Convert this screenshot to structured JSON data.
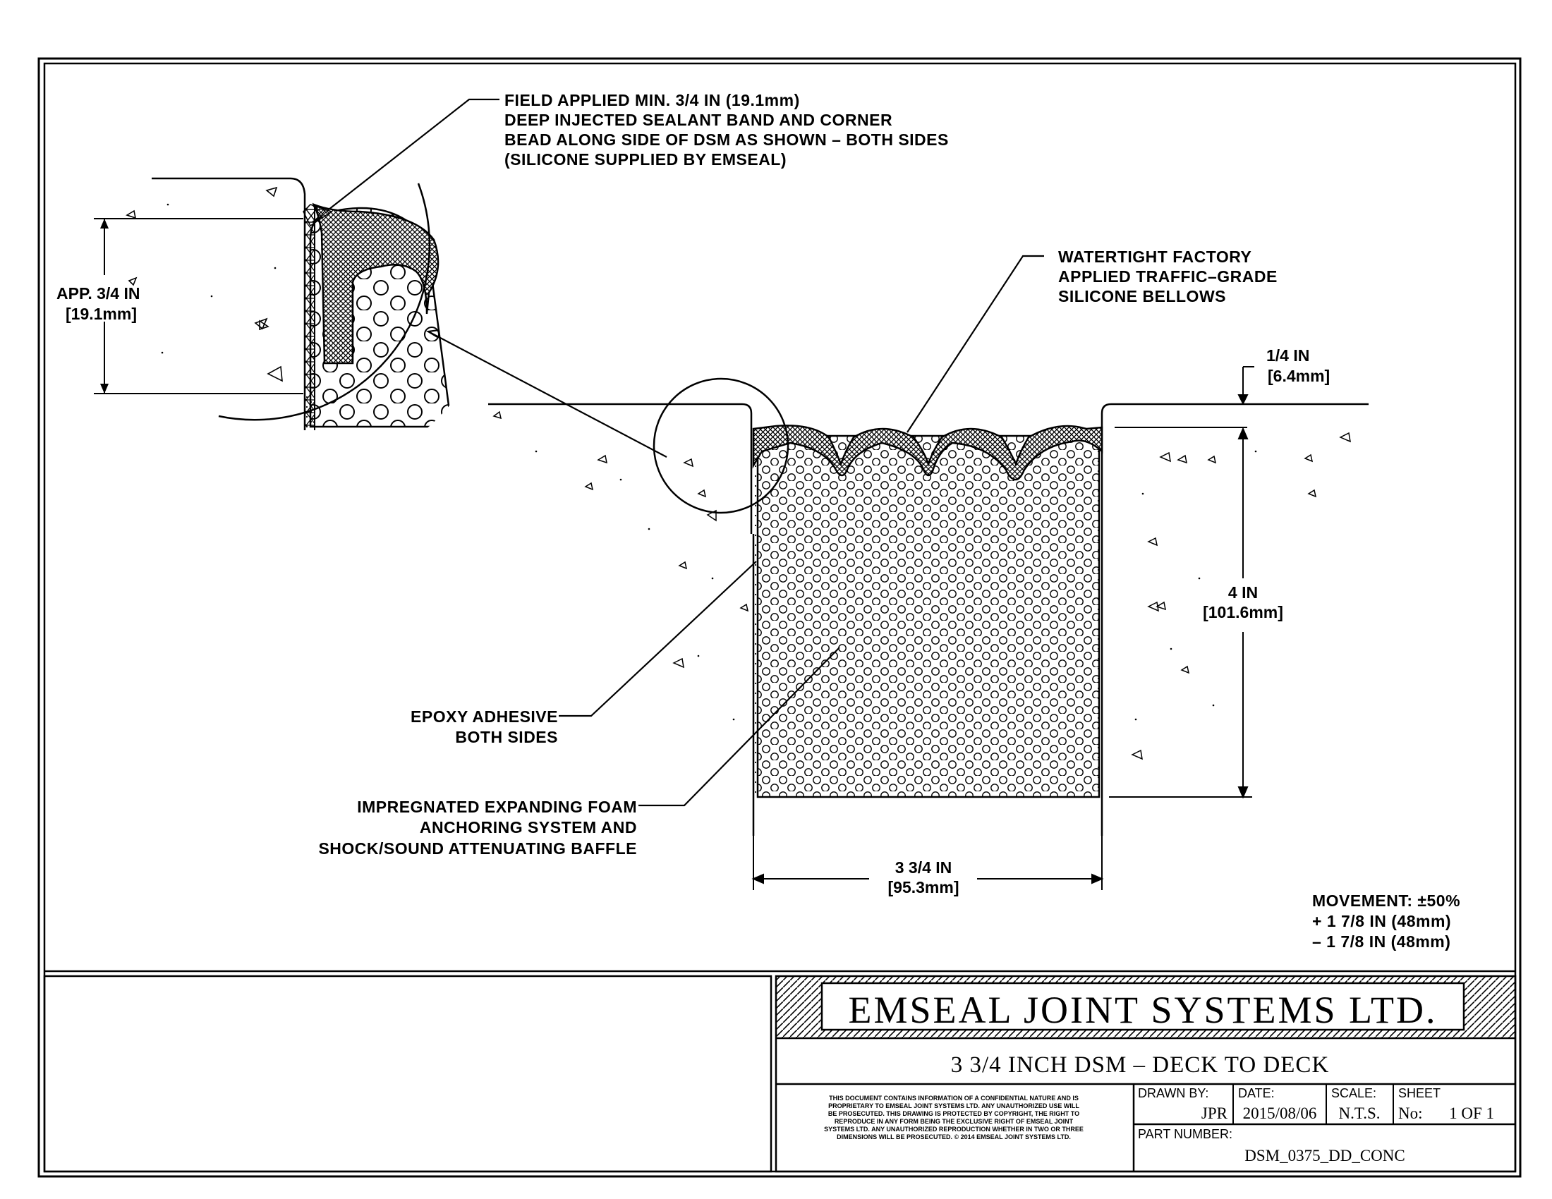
{
  "notes": {
    "sealant": [
      "FIELD APPLIED MIN. 3/4 IN (19.1mm)",
      "DEEP INJECTED SEALANT BAND AND CORNER",
      "BEAD ALONG SIDE OF DSM AS SHOWN – BOTH SIDES",
      "(SILICONE SUPPLIED BY EMSEAL)"
    ],
    "bellows": [
      "WATERTIGHT FACTORY",
      "APPLIED TRAFFIC–GRADE",
      "SILICONE BELLOWS"
    ],
    "epoxy": [
      "EPOXY ADHESIVE",
      "BOTH SIDES"
    ],
    "foam": [
      "IMPREGNATED EXPANDING FOAM",
      "ANCHORING SYSTEM AND",
      "SHOCK/SOUND ATTENUATING BAFFLE"
    ],
    "movement": [
      "MOVEMENT: ±50%",
      "+ 1 7/8 IN (48mm)",
      "– 1 7/8 IN (48mm)"
    ]
  },
  "dimensions": {
    "detail_depth": [
      "APP. 3/4 IN",
      "[19.1mm]"
    ],
    "recess": [
      "1/4 IN",
      "[6.4mm]"
    ],
    "depth": [
      "4 IN",
      "[101.6mm]"
    ],
    "width": [
      "3 3/4 IN",
      "[95.3mm]"
    ]
  },
  "title_block": {
    "company": "EMSEAL JOINT SYSTEMS LTD.",
    "title": "3 3/4 INCH DSM – DECK TO DECK",
    "disclaimer": [
      "THIS DOCUMENT CONTAINS INFORMATION OF A CONFIDENTIAL NATURE AND IS",
      "PROPRIETARY TO EMSEAL JOINT SYSTEMS LTD. ANY UNAUTHORIZED USE WILL",
      "BE PROSECUTED. THIS DRAWING IS PROTECTED BY COPYRIGHT, THE RIGHT TO",
      "REPRODUCE IN ANY FORM BEING THE EXCLUSIVE RIGHT OF EMSEAL JOINT",
      "SYSTEMS LTD. ANY UNAUTHORIZED REPRODUCTION WHETHER IN TWO OR THREE",
      "DIMENSIONS WILL BE PROSECUTED. © 2014 EMSEAL JOINT SYSTEMS LTD."
    ],
    "drawn_by_label": "DRAWN BY:",
    "drawn_by": "JPR",
    "date_label": "DATE:",
    "date": "2015/08/06",
    "scale_label": "SCALE:",
    "scale": "N.T.S.",
    "sheet_label": "SHEET",
    "sheet_no_label": "No:",
    "sheet": "1 OF 1",
    "part_label": "PART NUMBER:",
    "part": "DSM_0375_DD_CONC"
  }
}
